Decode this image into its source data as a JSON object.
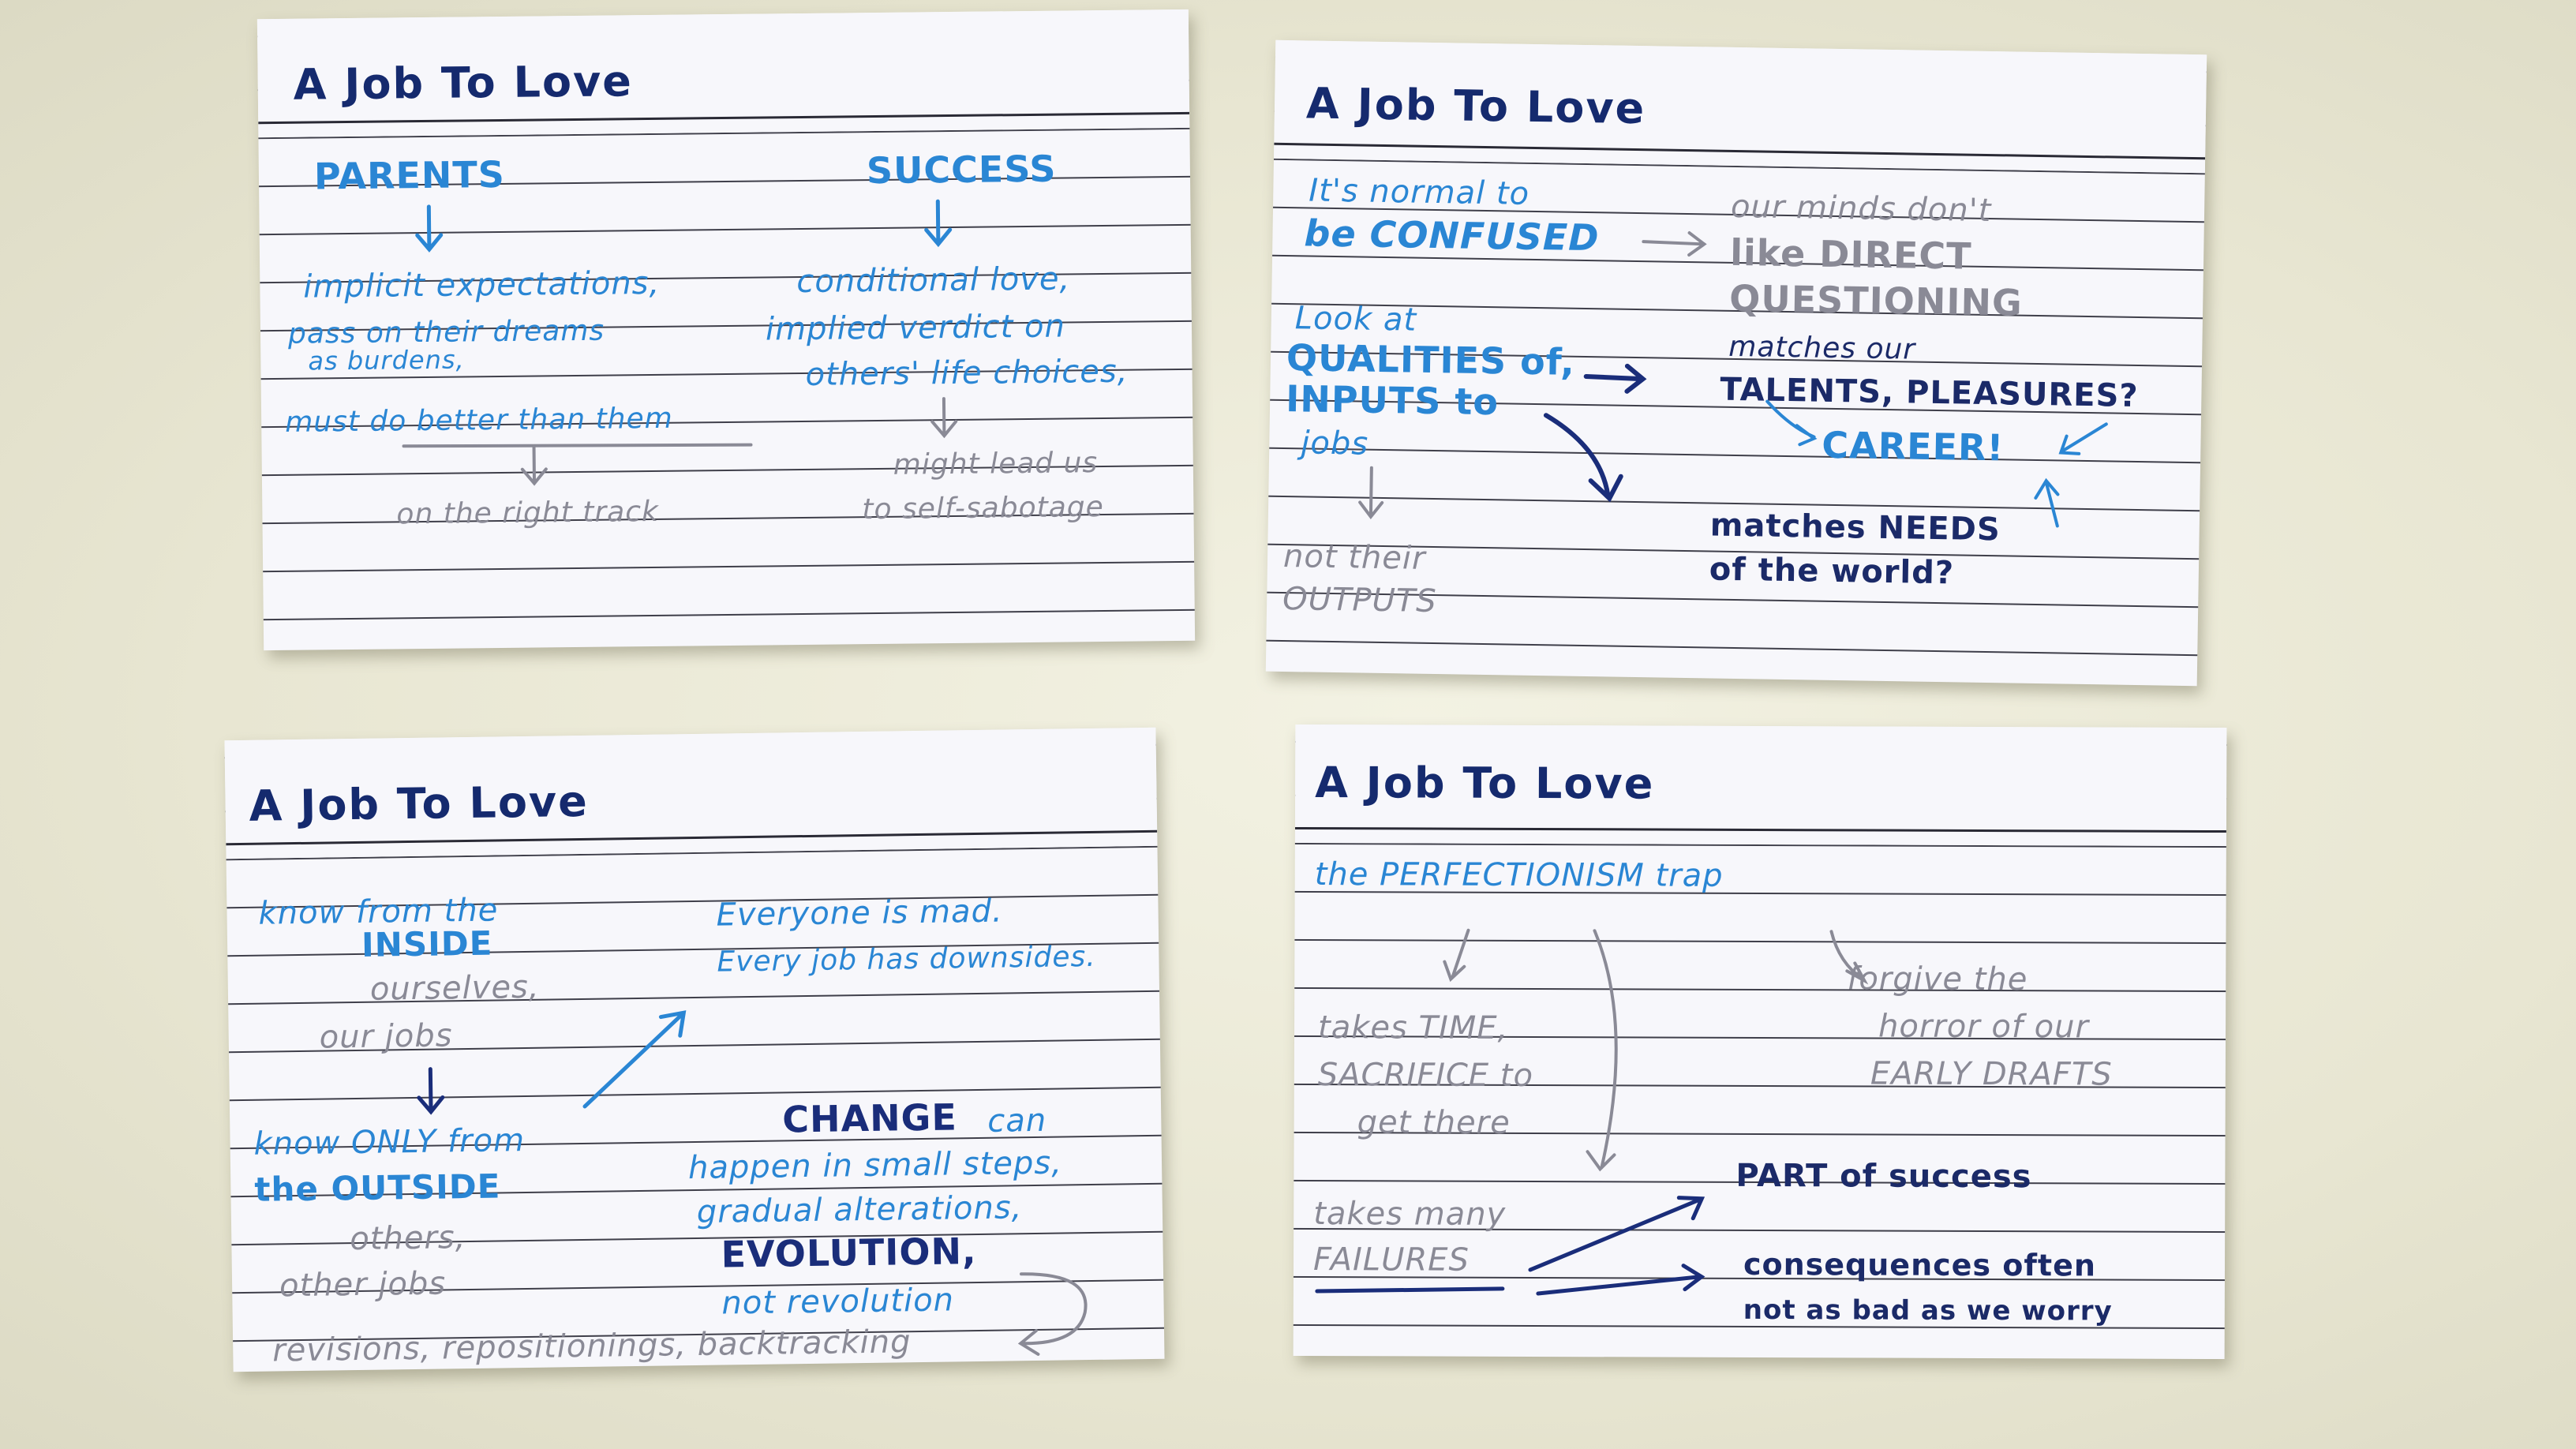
{
  "card_1": {
    "title": "A Job To Love",
    "parents": "PARENTS",
    "success": "SUCCESS",
    "parents_lines": [
      "implicit expectations,",
      "pass on their dreams",
      "as burdens,",
      "must do better than them"
    ],
    "parents_result": "on the right track",
    "success_lines": [
      "conditional love,",
      "implied verdict on",
      "others' life choices,"
    ],
    "success_result": [
      "might lead us",
      "to self-sabotage"
    ]
  },
  "card_2": {
    "title": "A Job To Love",
    "normal": [
      "It's normal to",
      "be CONFUSED"
    ],
    "minds": [
      "our minds don't",
      "like DIRECT",
      "QUESTIONING"
    ],
    "look": [
      "Look at",
      "QUALITIES of,",
      "INPUTS to",
      "jobs"
    ],
    "not_outputs": [
      "not their",
      "OUTPUTS"
    ],
    "matches_talents": [
      "matches our",
      "TALENTS, PLEASURES?"
    ],
    "career": "CAREER!",
    "matches_needs": [
      "matches NEEDS",
      "of the world?"
    ]
  },
  "card_3": {
    "title": "A Job To Love",
    "inside": [
      "know from the",
      "INSIDE"
    ],
    "inside_sub": [
      "ourselves,",
      "our jobs"
    ],
    "outside": [
      "know ONLY from",
      "the OUTSIDE"
    ],
    "outside_sub": [
      "others,",
      "other jobs"
    ],
    "everyone": [
      "Everyone is mad.",
      "Every job has downsides."
    ],
    "change_word": "CHANGE",
    "change_rest": "can",
    "change_lines": [
      "happen in small steps,",
      "gradual alterations,"
    ],
    "evolution": "EVOLUTION,",
    "revolution": "not revolution",
    "revisions": "revisions, repositionings, backtracking"
  },
  "card_4": {
    "title": "A Job To Love",
    "trap": "the PERFECTIONISM trap",
    "takes_time": [
      "takes TIME,",
      "SACRIFICE to",
      "get there"
    ],
    "forgive": [
      "forgive the",
      "horror of our",
      "EARLY DRAFTS"
    ],
    "failures": [
      "takes many",
      "FAILURES"
    ],
    "part": "PART of success",
    "consequences": [
      "consequences often",
      "not as bad as we worry"
    ]
  },
  "colors": {
    "light_blue_ink": "#2a86d4",
    "dark_blue_ink": "#1a2d7a",
    "pencil_gray": "#8a8a96",
    "card": "#f7f7fb",
    "table": "#ecebd9"
  }
}
